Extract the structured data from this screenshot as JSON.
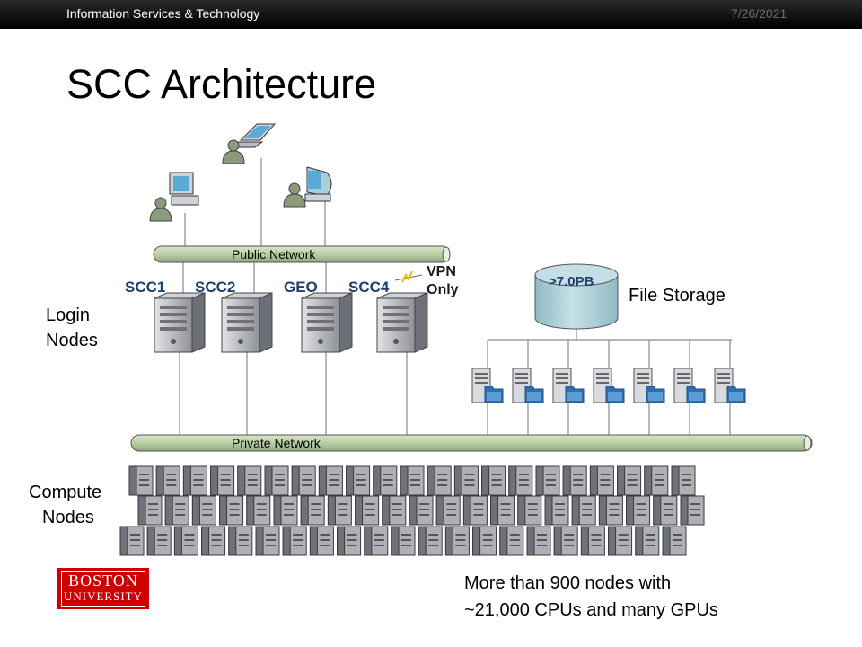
{
  "header": {
    "org": "Information  Services & Technology",
    "date": "7/26/2021"
  },
  "title": "SCC Architecture",
  "labels": {
    "public_network": "Public Network",
    "private_network": "Private Network",
    "login_nodes": [
      "Login",
      "Nodes"
    ],
    "compute_nodes": [
      "Compute",
      "Nodes"
    ],
    "file_storage": "File Storage",
    "storage_capacity": ">7.0PB",
    "vpn": [
      "VPN",
      "Only"
    ]
  },
  "login_servers": [
    "SCC1",
    "SCC2",
    "GEO",
    "SCC4"
  ],
  "compute_rows": [
    21,
    21,
    21
  ],
  "storage_server_count": 7,
  "clients": [
    "desktop-user-icon",
    "laptop-user-icon",
    "workstation-user-icon"
  ],
  "logo": {
    "line1": "BOSTON",
    "line2": "UNIVERSITY"
  },
  "caption": [
    "More than 900 nodes with",
    "~21,000 CPUs and many GPUs"
  ],
  "colors": {
    "network_pipe": "#b9cfa4",
    "server": "#9ea1a8",
    "storage_cylinder": "#a9cfd8",
    "server_label": "#1f3f6e",
    "logo": "#cc0000"
  }
}
